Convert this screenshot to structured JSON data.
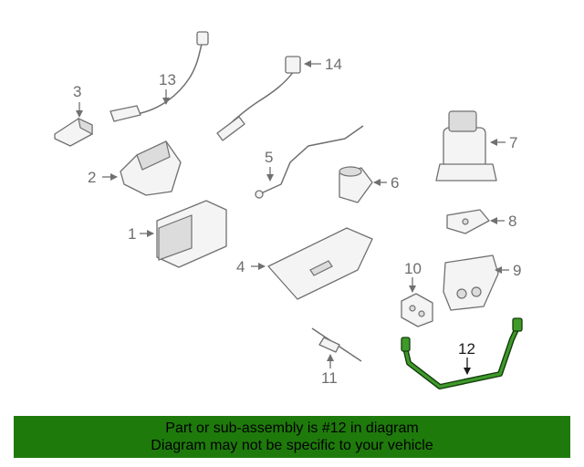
{
  "callouts": {
    "c1": "1",
    "c2": "2",
    "c3": "3",
    "c4": "4",
    "c5": "5",
    "c6": "6",
    "c7": "7",
    "c8": "8",
    "c9": "9",
    "c10": "10",
    "c11": "11",
    "c12": "12",
    "c13": "13",
    "c14": "14"
  },
  "highlighted_callout": "12",
  "colors": {
    "highlight": "#3f9a2a",
    "banner": "#1f7a0c"
  },
  "notice": {
    "line1": "Part or sub-assembly is #12 in diagram",
    "line2": "Diagram may not be specific to your vehicle"
  }
}
